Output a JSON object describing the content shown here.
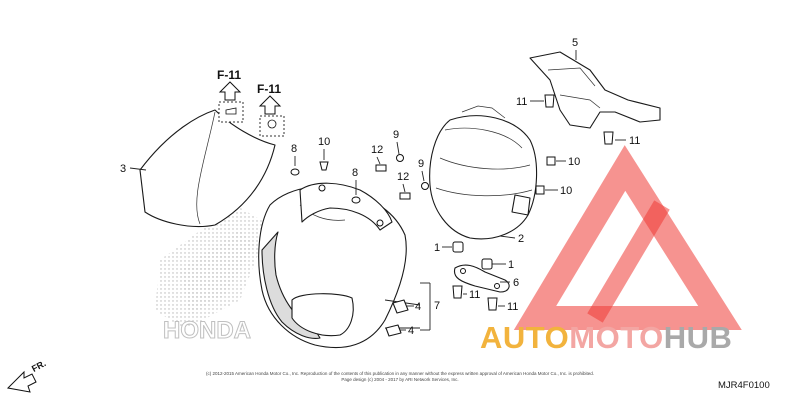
{
  "diagram": {
    "code": "MJR4F0100",
    "front_label": "FR.",
    "frame_refs": [
      "F-11",
      "F-11"
    ],
    "callouts": [
      "1",
      "1",
      "2",
      "3",
      "4",
      "4",
      "5",
      "6",
      "7",
      "8",
      "8",
      "9",
      "9",
      "10",
      "10",
      "10",
      "11",
      "11",
      "11",
      "11",
      "12",
      "12"
    ],
    "copyright_lines": [
      "(c) 2012-2015 American Honda Motor Co., Inc. Reproduction of the contents of this publication in any manner without the express written approval of American Honda Motor Co., Inc. is prohibited.",
      "Page design (c) 2004 - 2017 by ARI Network Services, Inc."
    ],
    "emblem_text": "HONDA"
  },
  "watermark": {
    "parts": [
      "AUTO",
      "MOTO",
      "HUB"
    ],
    "colors": {
      "auto": "#f2b33d",
      "moto": "#f3a6a3",
      "hub": "#a9a9a9",
      "emblem": "#ee3b35"
    }
  }
}
